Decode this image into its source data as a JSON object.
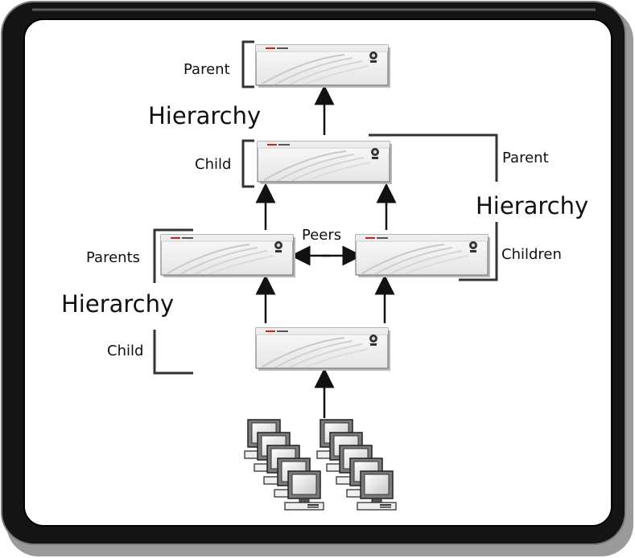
{
  "labels": {
    "top_parent": "Parent",
    "top_child": "Child",
    "top_hierarchy": "Hierarchy",
    "right_parent": "Parent",
    "right_children": "Children",
    "right_hierarchy": "Hierarchy",
    "left_parents": "Parents",
    "left_child": "Child",
    "left_hierarchy": "Hierarchy",
    "peers": "Peers"
  },
  "colors": {
    "frame_dark": "#2b2b2b",
    "frame_light": "#9a9a9a",
    "device_fill": "#f3f3f3",
    "device_shadow": "#b5b5b5",
    "brand_red": "#cc2222"
  },
  "icons": {
    "device": "cache-appliance-icon",
    "clients": "desktop-computers-icon"
  }
}
